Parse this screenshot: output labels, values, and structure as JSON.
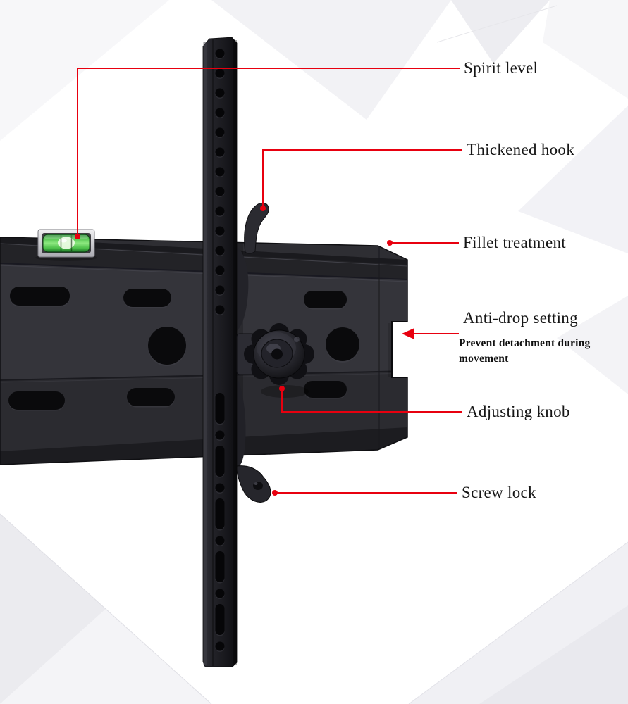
{
  "figure": {
    "type": "annotated_product_diagram",
    "subject": "Tilting TV wall-mount bracket, side view with feature callouts"
  },
  "colors": {
    "callout": "#e8000f",
    "metal_dark": "#1c1c1f",
    "plate_face": "#34343a",
    "level_green": "#6fd45f",
    "background": "#ffffff"
  },
  "annotations": [
    {
      "id": "spirit-level",
      "label": "Spirit level"
    },
    {
      "id": "thickened-hook",
      "label": "Thickened hook"
    },
    {
      "id": "fillet-treatment",
      "label": "Fillet treatment"
    },
    {
      "id": "anti-drop-setting",
      "label": "Anti-drop setting",
      "description": [
        "Prevent detachment during",
        "movement"
      ]
    },
    {
      "id": "adjusting-knob",
      "label": "Adjusting knob"
    },
    {
      "id": "screw-lock",
      "label": "Screw lock"
    }
  ]
}
